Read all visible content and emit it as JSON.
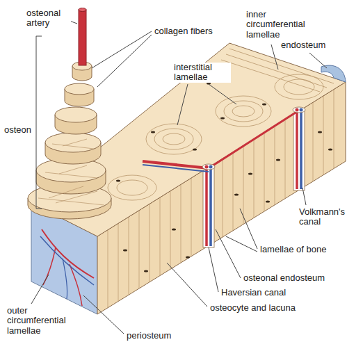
{
  "diagram": {
    "labels": [
      "osteonal artery",
      "collagen fibers",
      "inner circumferential lamellae",
      "endosteum",
      "interstitial lamellae",
      "osteon",
      "Volkmann's canal",
      "lamellae of bone",
      "osteonal endosteum",
      "Haversian canal",
      "osteocyte and lacuna",
      "outer circumferential lamellae",
      "periosteum"
    ]
  }
}
